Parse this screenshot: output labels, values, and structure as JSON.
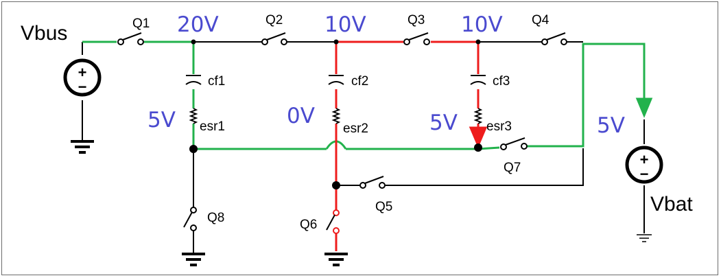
{
  "colors": {
    "wire": "#000000",
    "green_path": "#22b24c",
    "red_path": "#ee1c1c",
    "voltage_text": "#4a4acf"
  },
  "voltages": {
    "q1_node": "20V",
    "q2q3_node": "10V",
    "q3q4_node": "10V",
    "esr1_side": "5V",
    "esr2_side": "0V",
    "esr3_side": "5V",
    "vbat_side": "5V"
  },
  "sources": {
    "vbus": "Vbus",
    "vbat": "Vbat",
    "plus": "+",
    "minus": "−"
  },
  "switches": {
    "q1": "Q1",
    "q2": "Q2",
    "q3": "Q3",
    "q4": "Q4",
    "q5": "Q5",
    "q6": "Q6",
    "q7": "Q7",
    "q8": "Q8"
  },
  "capacitors": {
    "cf1": "cf1",
    "cf2": "cf2",
    "cf3": "cf3"
  },
  "resistors": {
    "esr1": "esr1",
    "esr2": "esr2",
    "esr3": "esr3"
  },
  "icons": {
    "ground": "ground-icon",
    "switch": "switch-icon",
    "capacitor": "capacitor-icon",
    "resistor": "resistor-icon",
    "source": "voltage-source-icon",
    "arrow": "current-arrow-icon"
  }
}
